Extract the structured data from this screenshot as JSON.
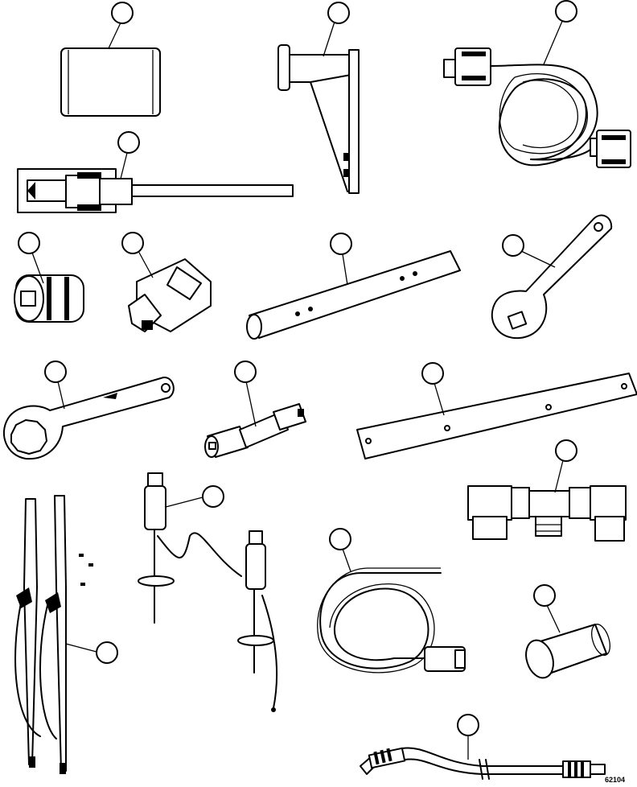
{
  "figure": {
    "id": "62104",
    "background": "#ffffff",
    "line_color": "#000000"
  },
  "items": [
    {
      "name": "sleeve-block",
      "shape": "rectangular block"
    },
    {
      "name": "holding-fixture",
      "shape": "bracket fixture with round pad"
    },
    {
      "name": "interface-cable",
      "shape": "coiled cable with two D-sub connectors"
    },
    {
      "name": "puller-tool",
      "shape": "threaded puller with long rod"
    },
    {
      "name": "square-drive-socket",
      "shape": "square drive socket"
    },
    {
      "name": "socket-adapter",
      "shape": "square socket adapter"
    },
    {
      "name": "tube-wrench",
      "shape": "round bar with holes"
    },
    {
      "name": "spanner-wrench",
      "shape": "handle with square opening"
    },
    {
      "name": "box-end-wrench",
      "shape": "twelve-point box wrench"
    },
    {
      "name": "drive-extension",
      "shape": "socket drive extension"
    },
    {
      "name": "straight-edge",
      "shape": "flat bar with holes"
    },
    {
      "name": "hose-fitting-assembly",
      "shape": "tee fitting with elbows"
    },
    {
      "name": "sensor-probe-pair",
      "shape": "two probes on pads joined by wire"
    },
    {
      "name": "test-lead-set",
      "shape": "two long leads with clips"
    },
    {
      "name": "coiled-lead",
      "shape": "coiled cable with plug"
    },
    {
      "name": "cylindrical-sleeve",
      "shape": "short cylinder"
    },
    {
      "name": "adapter-harness",
      "shape": "harness with knurled connectors"
    }
  ]
}
